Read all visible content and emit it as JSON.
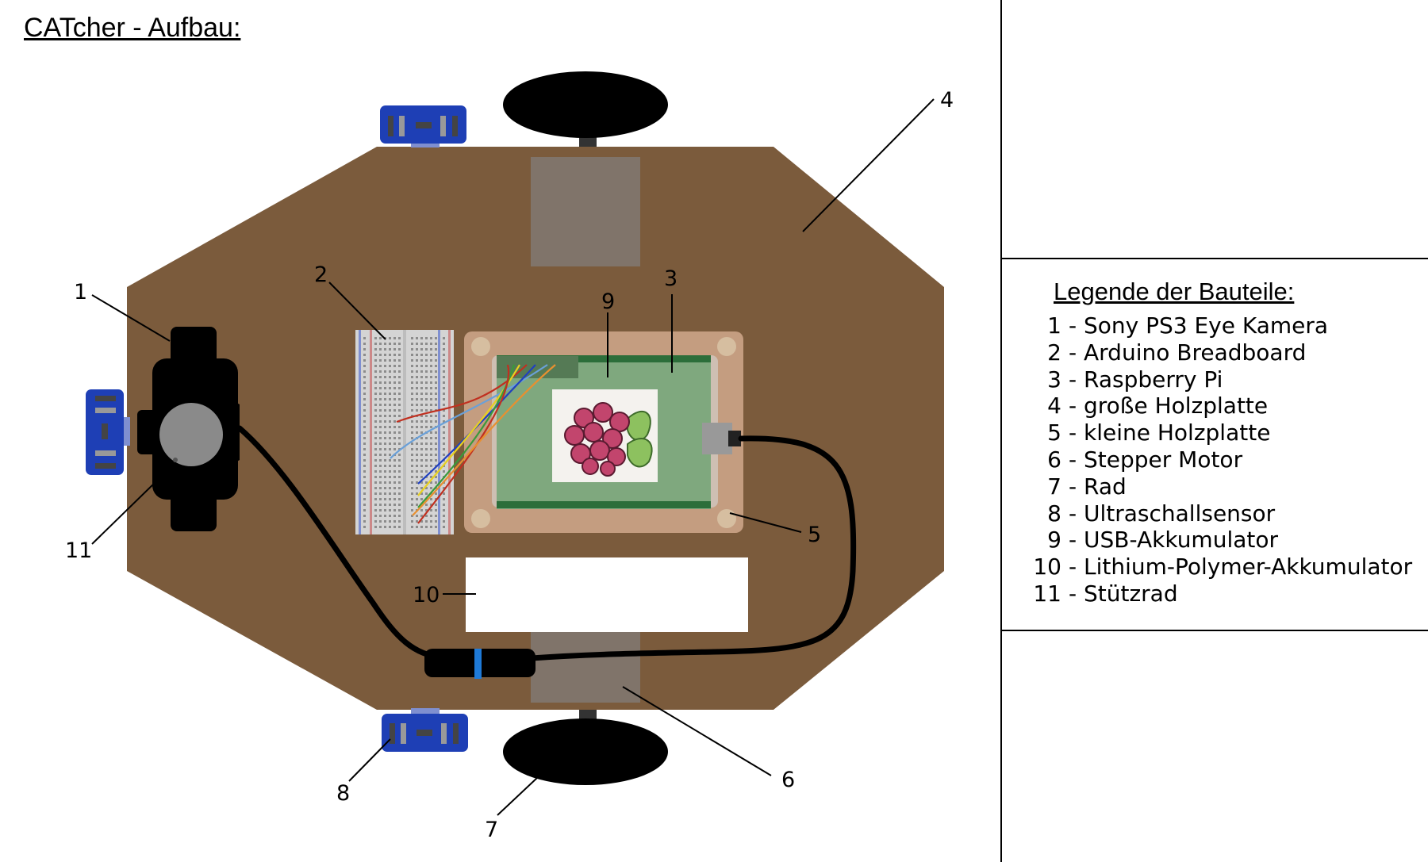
{
  "title": "CATcher - Aufbau:",
  "callout_numbers": [
    "1",
    "2",
    "3",
    "4",
    "5",
    "6",
    "7",
    "8",
    "9",
    "10",
    "11"
  ],
  "legend": {
    "title": "Legende der Bauteile:",
    "items": [
      {
        "num": "1",
        "label": "Sony PS3 Eye Kamera"
      },
      {
        "num": "2",
        "label": "Arduino Breadboard"
      },
      {
        "num": "3",
        "label": "Raspberry Pi"
      },
      {
        "num": "4",
        "label": "große Holzplatte"
      },
      {
        "num": "5",
        "label": "kleine Holzplatte"
      },
      {
        "num": "6",
        "label": "Stepper Motor"
      },
      {
        "num": "7",
        "label": "Rad"
      },
      {
        "num": "8",
        "label": "Ultraschallsensor"
      },
      {
        "num": "9",
        "label": "USB-Akkumulator"
      },
      {
        "num": "10",
        "label": "Lithium-Polymer-Akkumulator"
      },
      {
        "num": "11",
        "label": "Stützrad"
      }
    ]
  },
  "colors": {
    "large_plate": "#7b5b3c",
    "small_plate": "#c49d80",
    "raspberry_board": "#7fa87e",
    "pcb_edge": "#2c6e3a",
    "motor": "#80746a",
    "sensor": "#1e3fb5",
    "wheel": "#000000",
    "cable": "#000000",
    "breadboard": "#d4d4d4"
  }
}
